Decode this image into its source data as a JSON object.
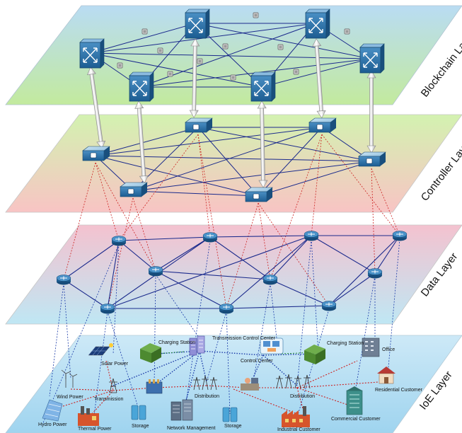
{
  "layers": {
    "blockchain": "Blockchain Layer",
    "controller": "Controller Layer",
    "data": "Data Layer",
    "ioe": "IoE Layer"
  },
  "ioe_labels": {
    "charging_station_1": "Charging Station",
    "transmission_control_center": "Transmission Control Center",
    "control_center": "Control Center",
    "charging_station_2": "Charging Station",
    "office": "Office",
    "solar_power": "Solar Power",
    "residential_customer": "Residential Customer",
    "wind_power": "Wind Power",
    "transmission": "Transmission",
    "distribution_1": "Distribution",
    "distribution_2": "Distribution",
    "commercial_customer": "Commercial Customer",
    "hydro_power": "Hydro Power",
    "thermal_power": "Thermal Power",
    "storage_1": "Storage",
    "network_management": "Network Management",
    "storage_2": "Storage",
    "industrial_customer": "Industrial Customer"
  },
  "colors": {
    "link": "#1b2a8c",
    "blockchain_plane_top": "#b9dcf3",
    "blockchain_plane_bottom": "#bfe6a0",
    "controller_plane_top": "#d3f2b0",
    "controller_plane_bottom": "#f7c6c6",
    "data_plane_top": "#f6c4cf",
    "data_plane_bottom": "#bfe7f4",
    "ioe_plane_top": "#cbe9f7",
    "ioe_plane_bottom": "#a7d8f0",
    "red_dotted": "#cc2222",
    "blue_dotted": "#1a3aa8"
  }
}
